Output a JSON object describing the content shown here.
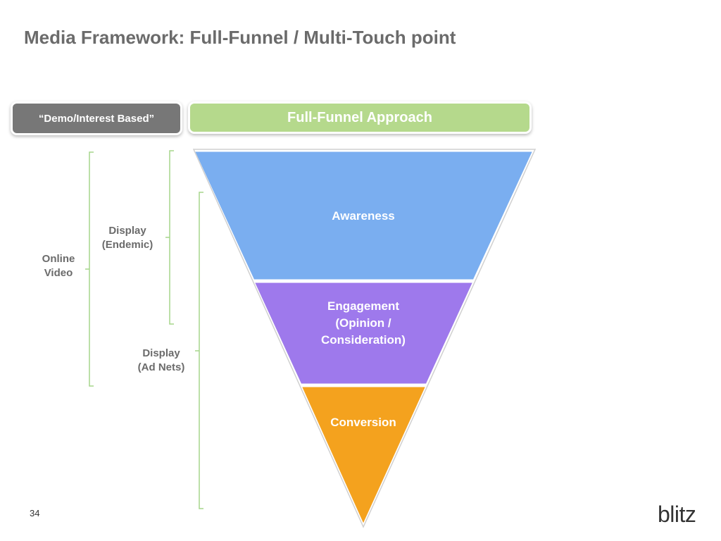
{
  "slide": {
    "title": "Media Framework:  Full-Funnel / Multi-Touch point",
    "page_number": "34",
    "logo_text": "blitz"
  },
  "header_boxes": {
    "demo_label": "“Demo/Interest Based”",
    "funnel_label": "Full-Funnel Approach"
  },
  "channels": {
    "online_video": [
      "Online",
      "Video"
    ],
    "display_endemic": [
      "Display",
      "(Endemic)"
    ],
    "display_ad_nets": [
      "Display",
      "(Ad Nets)"
    ]
  },
  "funnel": {
    "awareness": {
      "label": "Awareness",
      "color": "#7aaef0"
    },
    "engagement": {
      "lines": [
        "Engagement",
        "(Opinion /",
        "Consideration)"
      ],
      "color": "#9e79ec"
    },
    "conversion": {
      "label": "Conversion",
      "color": "#f4a21e"
    }
  },
  "colors": {
    "title": "#6b6b6b",
    "bracket": "#a6d58c",
    "demo_box": "#777777",
    "funnel_box": "#b5d98c"
  }
}
